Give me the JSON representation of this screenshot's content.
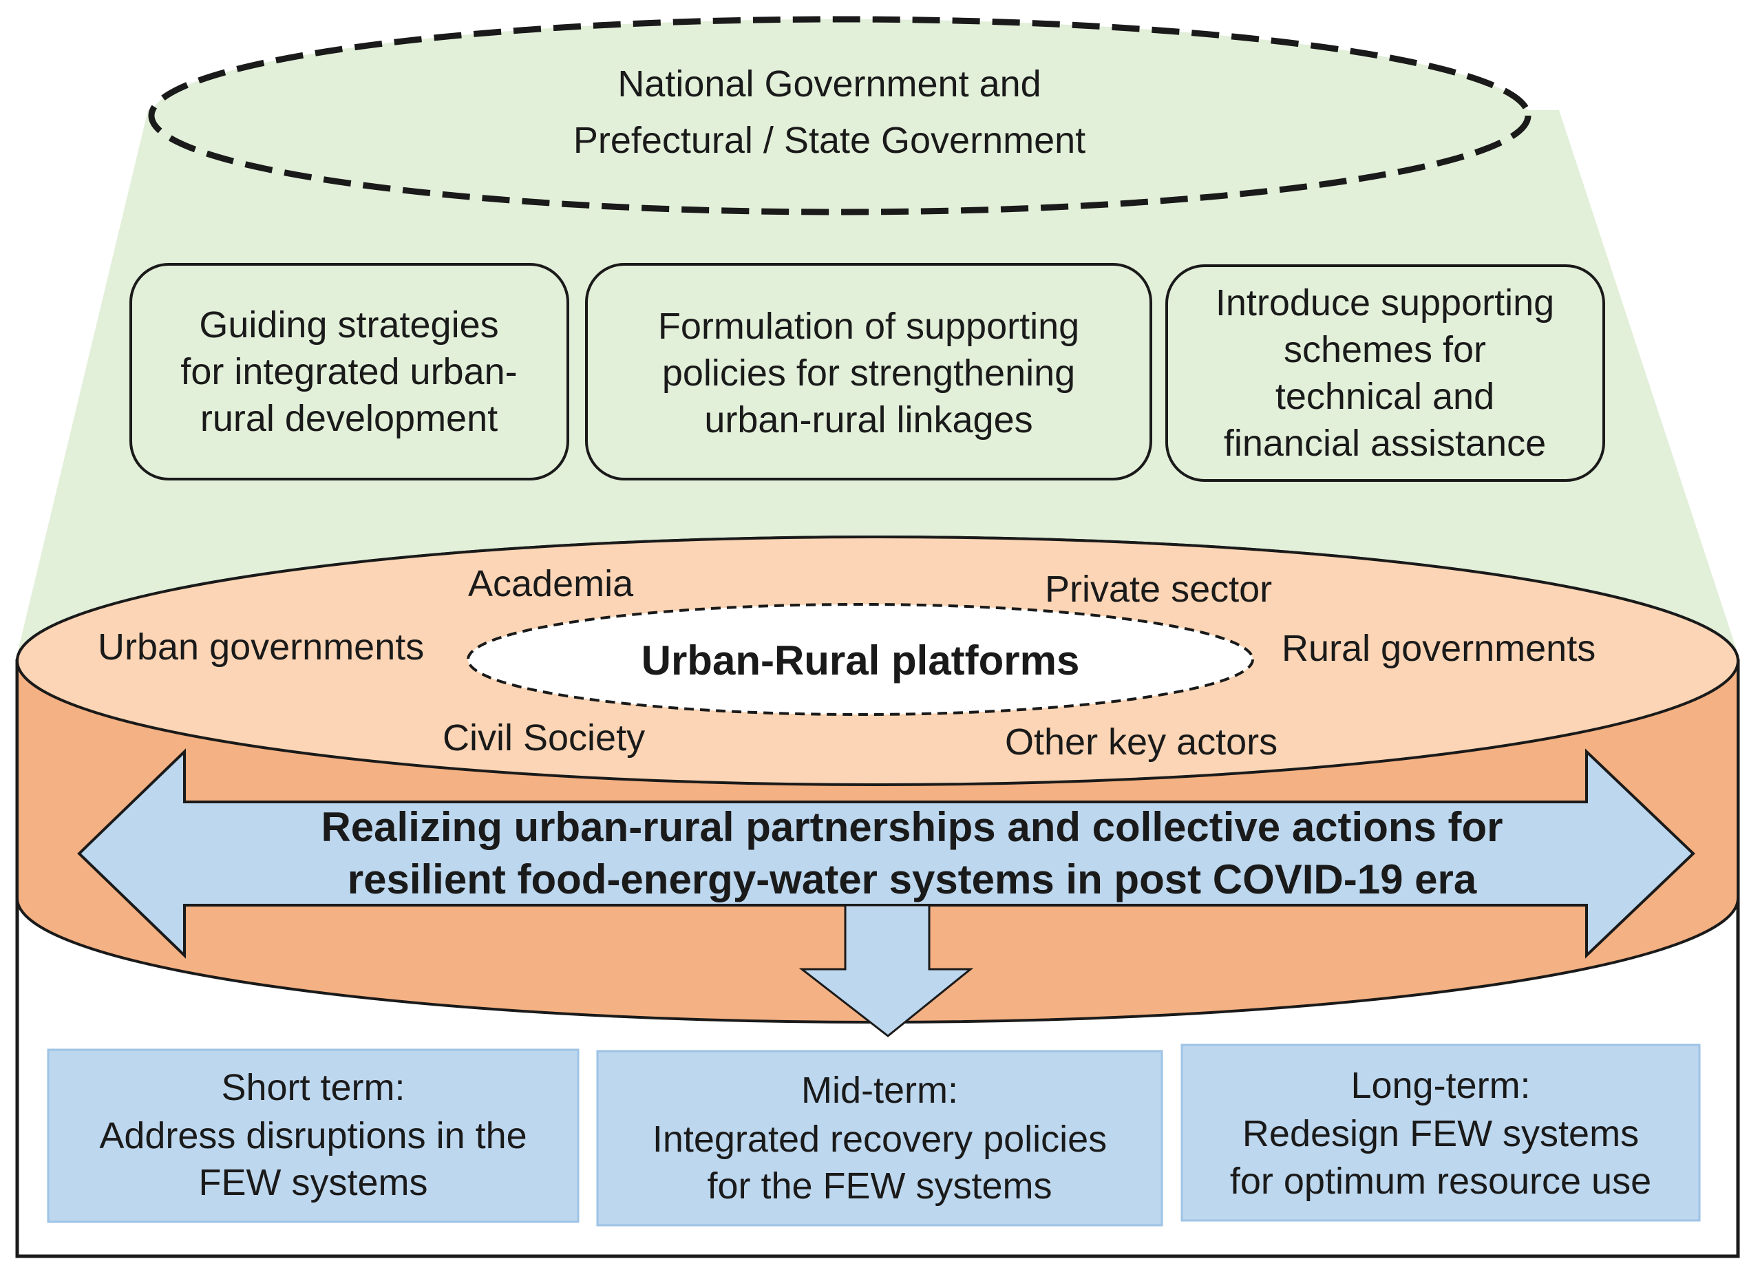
{
  "government": {
    "title_lines": [
      "National Government and",
      "Prefectural  / State Government"
    ]
  },
  "support_boxes": [
    {
      "lines": [
        "Guiding strategies",
        "for integrated urban-",
        "rural development"
      ]
    },
    {
      "lines": [
        "Formulation of supporting",
        "policies for strengthening",
        "urban-rural linkages"
      ]
    },
    {
      "lines": [
        "Introduce supporting",
        "schemes for",
        "technical and",
        "financial assistance"
      ]
    }
  ],
  "platform": {
    "center_label": "Urban-Rural platforms",
    "stakeholders": {
      "academia": "Academia",
      "private_sector": "Private sector",
      "urban_governments": "Urban governments",
      "rural_governments": "Rural governments",
      "civil_society": "Civil Society",
      "other_key_actors": "Other key actors"
    }
  },
  "arrow": {
    "lines": [
      "Realizing urban-rural partnerships and collective actions for",
      "resilient food-energy-water systems in post COVID-19 era"
    ]
  },
  "terms": [
    {
      "title": "Short term:",
      "lines": [
        "Address disruptions in the",
        "FEW systems"
      ]
    },
    {
      "title": "Mid-term:",
      "lines": [
        "Integrated recovery policies",
        "for the FEW systems"
      ]
    },
    {
      "title": "Long-term:",
      "lines": [
        "Redesign FEW systems",
        "for optimum  resource use"
      ]
    }
  ],
  "colors": {
    "green_fill": "#e2efd9",
    "peach_top": "#fbd5b5",
    "orange_band": "#f4b183",
    "blue_fill": "#bdd7ee",
    "outline": "#1a1a1a"
  }
}
